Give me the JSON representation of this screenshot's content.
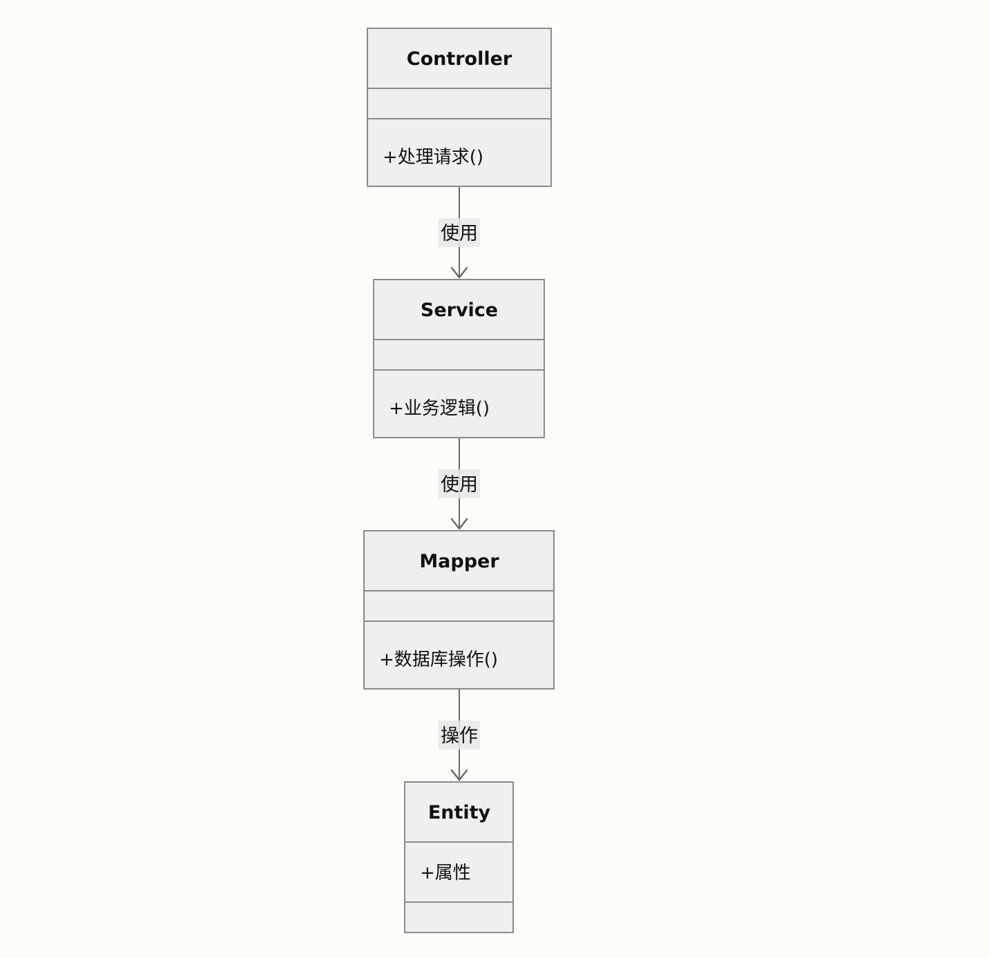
{
  "classes": [
    {
      "id": "controller",
      "name": "Controller",
      "attributes": [],
      "methods": [
        "+处理请求()"
      ]
    },
    {
      "id": "service",
      "name": "Service",
      "attributes": [],
      "methods": [
        "+业务逻辑()"
      ]
    },
    {
      "id": "mapper",
      "name": "Mapper",
      "attributes": [],
      "methods": [
        "+数据库操作()"
      ]
    },
    {
      "id": "entity",
      "name": "Entity",
      "attributes": [
        "+属性"
      ],
      "methods": []
    }
  ],
  "relations": [
    {
      "from": "controller",
      "to": "service",
      "label": "使用"
    },
    {
      "from": "service",
      "to": "mapper",
      "label": "使用"
    },
    {
      "from": "mapper",
      "to": "entity",
      "label": "操作"
    }
  ]
}
